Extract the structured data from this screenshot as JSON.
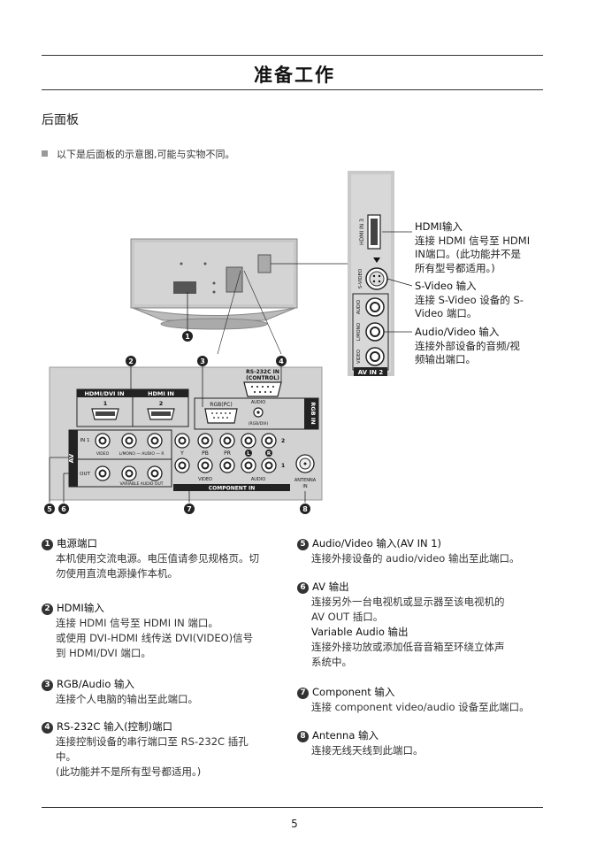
{
  "page": {
    "title": "准备工作",
    "section": "后面板",
    "note": "以下是后面板的示意图,可能与实物不同。",
    "page_number": "5"
  },
  "diagram": {
    "panel_labels": {
      "hdmi_dvi_in": "HDMI/DVI IN",
      "hdmi_in": "HDMI IN",
      "hdmi_1": "1",
      "hdmi_2": "2",
      "rs232c": "RS-232C IN",
      "rs232c_sub": "(CONTROL)",
      "rgb_pc": "RGB(PC)",
      "audio": "AUDIO",
      "rgb_dvi": "(RGB/DVI)",
      "rgb_in": "RGB IN",
      "av": "AV",
      "in1": "IN 1",
      "out": "OUT",
      "video": "VIDEO",
      "l_mono_audio_r": "L/MONO — AUDIO — R",
      "variable_audio_out": "VARIABLE AUDIO OUT",
      "y": "Y",
      "pb": "PB",
      "pr": "PR",
      "l": "L",
      "r": "R",
      "comp_video": "VIDEO",
      "comp_audio": "AUDIO",
      "component_in": "COMPONENT IN",
      "antenna": "ANTENNA",
      "antenna_in": "IN",
      "num_1": "1",
      "num_2": "2",
      "side_hdmi_in3": "HDMI IN 3",
      "side_svideo": "S-VIDEO",
      "side_audio": "AUDIO",
      "side_l_mono": "L/MONO",
      "side_video": "VIDEO",
      "side_av_in2": "AV IN 2"
    },
    "markers": [
      "1",
      "2",
      "3",
      "4",
      "5",
      "6",
      "7",
      "8"
    ]
  },
  "callouts": [
    {
      "heading": "HDMI输入",
      "lines": [
        "连接 HDMI 信号至 HDMI",
        "IN端口。(此功能并不是",
        "所有型号都适用。)"
      ]
    },
    {
      "heading": "S-Video 输入",
      "lines": [
        "连接 S-Video 设备的 S-",
        "Video 端口。"
      ]
    },
    {
      "heading": "Audio/Video 输入",
      "lines": [
        "连接外部设备的音频/视",
        "频输出端口。"
      ]
    }
  ],
  "descriptions_left": [
    {
      "num": "1",
      "heading": "电源端口",
      "lines": [
        "本机使用交流电源。电压值请参见规格页。切",
        "勿使用直流电源操作本机。"
      ]
    },
    {
      "num": "2",
      "heading": "HDMI输入",
      "lines": [
        "连接 HDMI 信号至 HDMI IN 端口。",
        "或使用 DVI-HDMI 线传送 DVI(VIDEO)信号",
        "到 HDMI/DVI 端口。"
      ]
    },
    {
      "num": "3",
      "heading": "RGB/Audio 输入",
      "lines": [
        "连接个人电脑的输出至此端口。"
      ]
    },
    {
      "num": "4",
      "heading": "RS-232C 输入(控制)端口",
      "lines": [
        "连接控制设备的串行端口至 RS-232C 插孔",
        "中。",
        "(此功能并不是所有型号都适用。)"
      ]
    }
  ],
  "descriptions_right": [
    {
      "num": "5",
      "heading": "Audio/Video 输入(AV IN 1)",
      "lines": [
        "连接外接设备的 audio/video 输出至此端口。"
      ]
    },
    {
      "num": "6",
      "heading": "AV 输出",
      "lines": [
        "连接另外一台电视机或显示器至该电视机的",
        "AV OUT 插口。"
      ],
      "sub_heading": "Variable Audio 输出",
      "sub_lines": [
        "连接外接功放或添加低音音箱至环绕立体声",
        "系统中。"
      ]
    },
    {
      "num": "7",
      "heading": "Component 输入",
      "lines": [
        "连接 component video/audio 设备至此端口。"
      ]
    },
    {
      "num": "8",
      "heading": "Antenna 输入",
      "lines": [
        "连接无线天线到此端口。"
      ]
    }
  ]
}
